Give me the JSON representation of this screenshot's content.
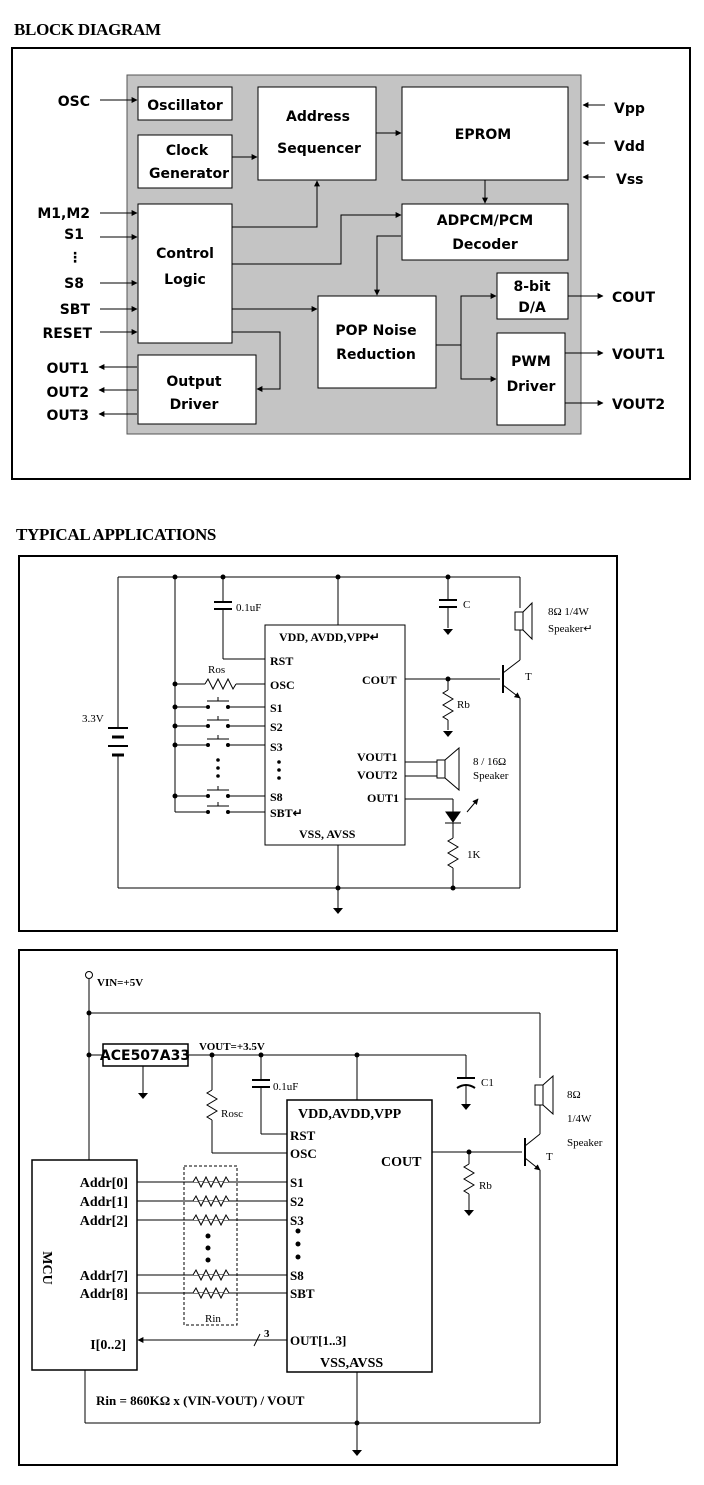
{
  "block_diagram": {
    "title": "BLOCK DIAGRAM",
    "blocks": {
      "oscillator": "Oscillator",
      "clock_generator": [
        "Clock",
        "Generator"
      ],
      "address_sequencer": [
        "Address",
        "Sequencer"
      ],
      "eprom": "EPROM",
      "control_logic": [
        "Control",
        "Logic"
      ],
      "decoder": [
        "ADPCM/PCM",
        "Decoder"
      ],
      "dac": [
        "8-bit",
        "D/A"
      ],
      "pop_noise": [
        "POP Noise",
        "Reduction"
      ],
      "pwm_driver": [
        "PWM",
        "Driver"
      ],
      "output_driver": [
        "Output",
        "Driver"
      ]
    },
    "inputs": [
      "OSC",
      "M1,M2",
      "S1",
      "⋮",
      "S8",
      "SBT",
      "RESET"
    ],
    "outputs_left": [
      "OUT1",
      "OUT2",
      "OUT3"
    ],
    "power": [
      "Vpp",
      "Vdd",
      "Vss"
    ],
    "outputs_right": [
      "COUT",
      "VOUT1",
      "VOUT2"
    ]
  },
  "typical_applications": {
    "title": "TYPICAL APPLICATIONS",
    "circuit1": {
      "cap_top": "0.1uF",
      "cap_c": "C",
      "speaker1": [
        "8Ω 1/4W",
        "Speaker↵"
      ],
      "chip_top": "VDD, AVDD,VPP↵",
      "pins_left": [
        "RST",
        "OSC",
        "S1",
        "S2",
        "S3",
        "S8",
        "SBT↵"
      ],
      "pins_right": [
        "COUT",
        "VOUT1",
        "VOUT2",
        "OUT1"
      ],
      "chip_bottom": "VSS, AVSS",
      "ros": "Ros",
      "battery": "3.3V",
      "rb": "Rb",
      "transistor": "T",
      "speaker2": [
        "8 / 16Ω",
        "Speaker"
      ],
      "res_1k": "1K"
    },
    "circuit2": {
      "vin": "VIN=+5V",
      "regulator": "ACE507A33",
      "vout": "VOUT=+3.5V",
      "cap_top": "0.1uF",
      "c1": "C1",
      "speaker": [
        "8Ω",
        "1/4W",
        "Speaker"
      ],
      "rosc": "Rosc",
      "chip_top": "VDD,AVDD,VPP",
      "pins_left": [
        "RST",
        "OSC",
        "S1",
        "S2",
        "S3",
        "S8",
        "SBT",
        "OUT[1..3]"
      ],
      "cout": "COUT",
      "chip_bottom": "VSS,AVSS",
      "rb": "Rb",
      "transistor": "T",
      "mcu": "MCU",
      "addr": [
        "Addr[0]",
        "Addr[1]",
        "Addr[2]",
        "Addr[7]",
        "Addr[8]"
      ],
      "io": "I[0..2]",
      "rin": "Rin",
      "bus_width": "3",
      "formula": "Rin = 860KΩ x (VIN-VOUT) / VOUT"
    }
  }
}
